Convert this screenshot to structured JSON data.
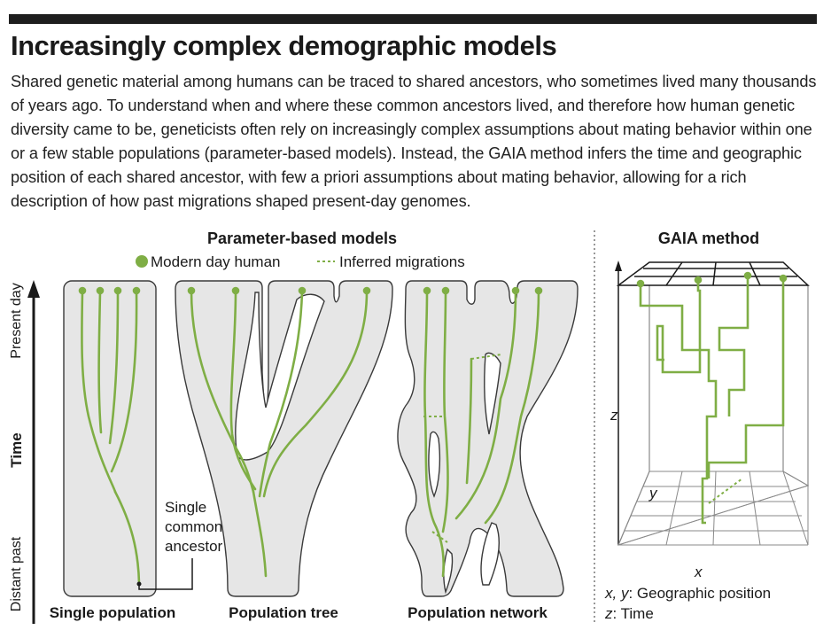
{
  "title": "Increasingly complex demographic models",
  "intro": "Shared genetic material  among humans can be traced to shared ancestors, who sometimes lived many thousands of years ago.  To understand when and where these common ancestors lived, and therefore how human genetic diversity came to be, geneticists often rely on increasingly complex assumptions about mating behavior within one or a few stable populations (parameter-based models).  Instead, the GAIA method infers the time and geographic position of each shared ancestor, with few a priori assumptions about mating behavior, allowing for a rich description of how past migrations shaped  present-day genomes.",
  "time_axis": {
    "top": "Present day",
    "middle": "Time",
    "bottom": "Distant past"
  },
  "parameter_models": {
    "heading": "Parameter-based models",
    "legend": {
      "modern_human": "Modern day human",
      "migrations": "Inferred migrations"
    },
    "single_population": "Single population",
    "population_tree": "Population tree",
    "population_network": "Population network",
    "ancestor_callout": [
      "Single",
      "common",
      "ancestor"
    ]
  },
  "gaia": {
    "heading": "GAIA method",
    "z_axis": "z",
    "y_axis": "y",
    "x_axis": "x",
    "legend_xy_var": "x, y",
    "legend_xy_text": ": Geographic position",
    "legend_z_var": "z",
    "legend_z_text": ": Time"
  },
  "colors": {
    "lineage_green": "#7fae45",
    "population_fill": "#e6e6e6",
    "population_stroke": "#3a3a3a",
    "title_bar": "#1e1e1e"
  }
}
